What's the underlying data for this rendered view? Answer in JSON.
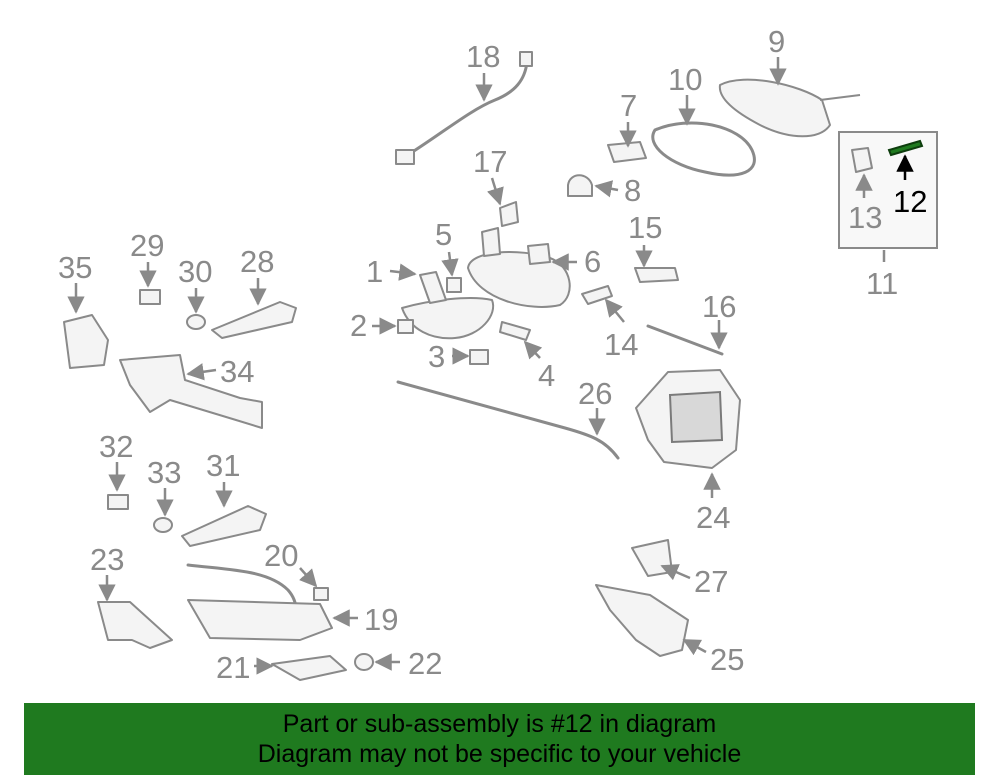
{
  "diagram": {
    "callouts": {
      "c1": "1",
      "c2": "2",
      "c3": "3",
      "c4": "4",
      "c5": "5",
      "c6": "6",
      "c7": "7",
      "c8": "8",
      "c9": "9",
      "c10": "10",
      "c11": "11",
      "c12": "12",
      "c13": "13",
      "c14": "14",
      "c15": "15",
      "c16": "16",
      "c17": "17",
      "c18": "18",
      "c19": "19",
      "c20": "20",
      "c21": "21",
      "c22": "22",
      "c23": "23",
      "c24": "24",
      "c25": "25",
      "c26": "26",
      "c27": "27",
      "c28": "28",
      "c29": "29",
      "c30": "30",
      "c31": "31",
      "c32": "32",
      "c33": "33",
      "c34": "34",
      "c35": "35"
    },
    "highlight_color": "#1f7a1f",
    "line_color": "#8a8a8a"
  },
  "banner": {
    "line1": "Part or sub-assembly is #12 in diagram",
    "line2": "Diagram may not be specific to your vehicle",
    "background": "#1f7a1f"
  }
}
